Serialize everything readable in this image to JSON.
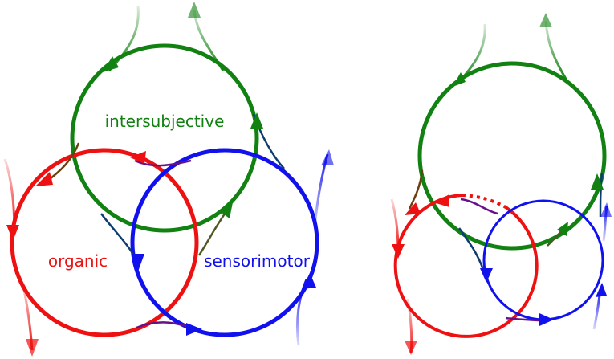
{
  "labels": {
    "intersubjective": "intersubjective",
    "organic": "organic",
    "sensorimotor": "sensorimotor"
  },
  "colors": {
    "intersubjective": "#118111",
    "organic": "#ee1111",
    "sensorimotor": "#1111ee",
    "link_green_red": "#6b4010",
    "link_red_blue": "#661188",
    "link_green_blue": "#0d3d70",
    "link_blue_green": "#4a5a20"
  },
  "panels": [
    {
      "name": "left",
      "layout": "three-overlapping-loops"
    },
    {
      "name": "right",
      "layout": "large-top-loop-with-two-small-loops",
      "dotted_gap": true
    }
  ]
}
